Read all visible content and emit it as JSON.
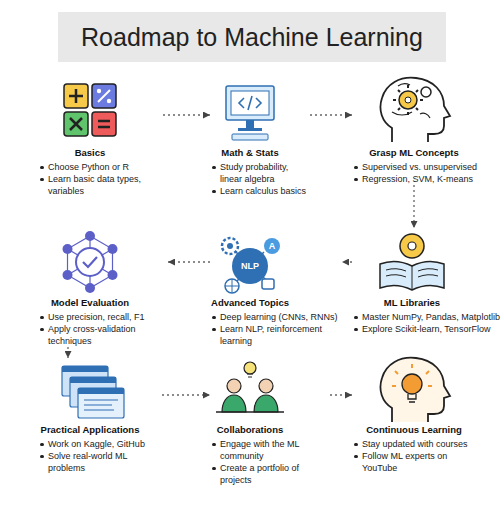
{
  "diagram": {
    "title": "Roadmap to Machine Learning",
    "nodes": [
      {
        "text": [
          "Basics",
          "Choose Python or R",
          "Learn basic data types, variables"
        ]
      },
      {
        "text": [
          "Math & Stats",
          "Study probability, linear algebra",
          "Learn calculus basics"
        ]
      },
      {
        "text": [
          "Grasp ML Concepts",
          "Supervised vs. unsupervised",
          "Regression, SVM, K-means"
        ]
      },
      {
        "text": [
          "ML Libraries",
          "Master NumPy, Pandas, Matplotlib",
          "Explore Scikit-learn, TensorFlow"
        ]
      },
      {
        "text": [
          "Advanced Topics",
          "Deep learning (CNNs, RNNs)",
          "Learn NLP, reinforcement learning"
        ]
      },
      {
        "text": [
          "Model Evaluation",
          "Use precision, recall, F1",
          "Apply cross-validation techniques"
        ]
      },
      {
        "text": [
          "Practical Applications",
          "Work on Kaggle, GitHub",
          "Solve real-world ML problems"
        ]
      },
      {
        "text": [
          "Collaborations",
          "Engage with the ML community",
          "Create a portfolio of projects"
        ]
      },
      {
        "text": [
          "Continuous Learning",
          "Stay updated with courses",
          "Follow ML experts on YouTube"
        ]
      }
    ],
    "edges": [
      {
        "from": 0,
        "to": 1,
        "arrow": "to"
      },
      {
        "from": 1,
        "to": 2,
        "arrow": "to"
      },
      {
        "from": 2,
        "to": 3,
        "arrow": "to"
      },
      {
        "from": 3,
        "to": 4,
        "arrow": "to"
      },
      {
        "from": 4,
        "to": 5,
        "arrow": "to"
      },
      {
        "from": 5,
        "to": 6,
        "arrow": "to"
      },
      {
        "from": 6,
        "to": 7,
        "arrow": "to"
      },
      {
        "from": 7,
        "to": 8,
        "arrow": "to"
      }
    ],
    "labels": [
      "NLP",
      "A"
    ]
  }
}
